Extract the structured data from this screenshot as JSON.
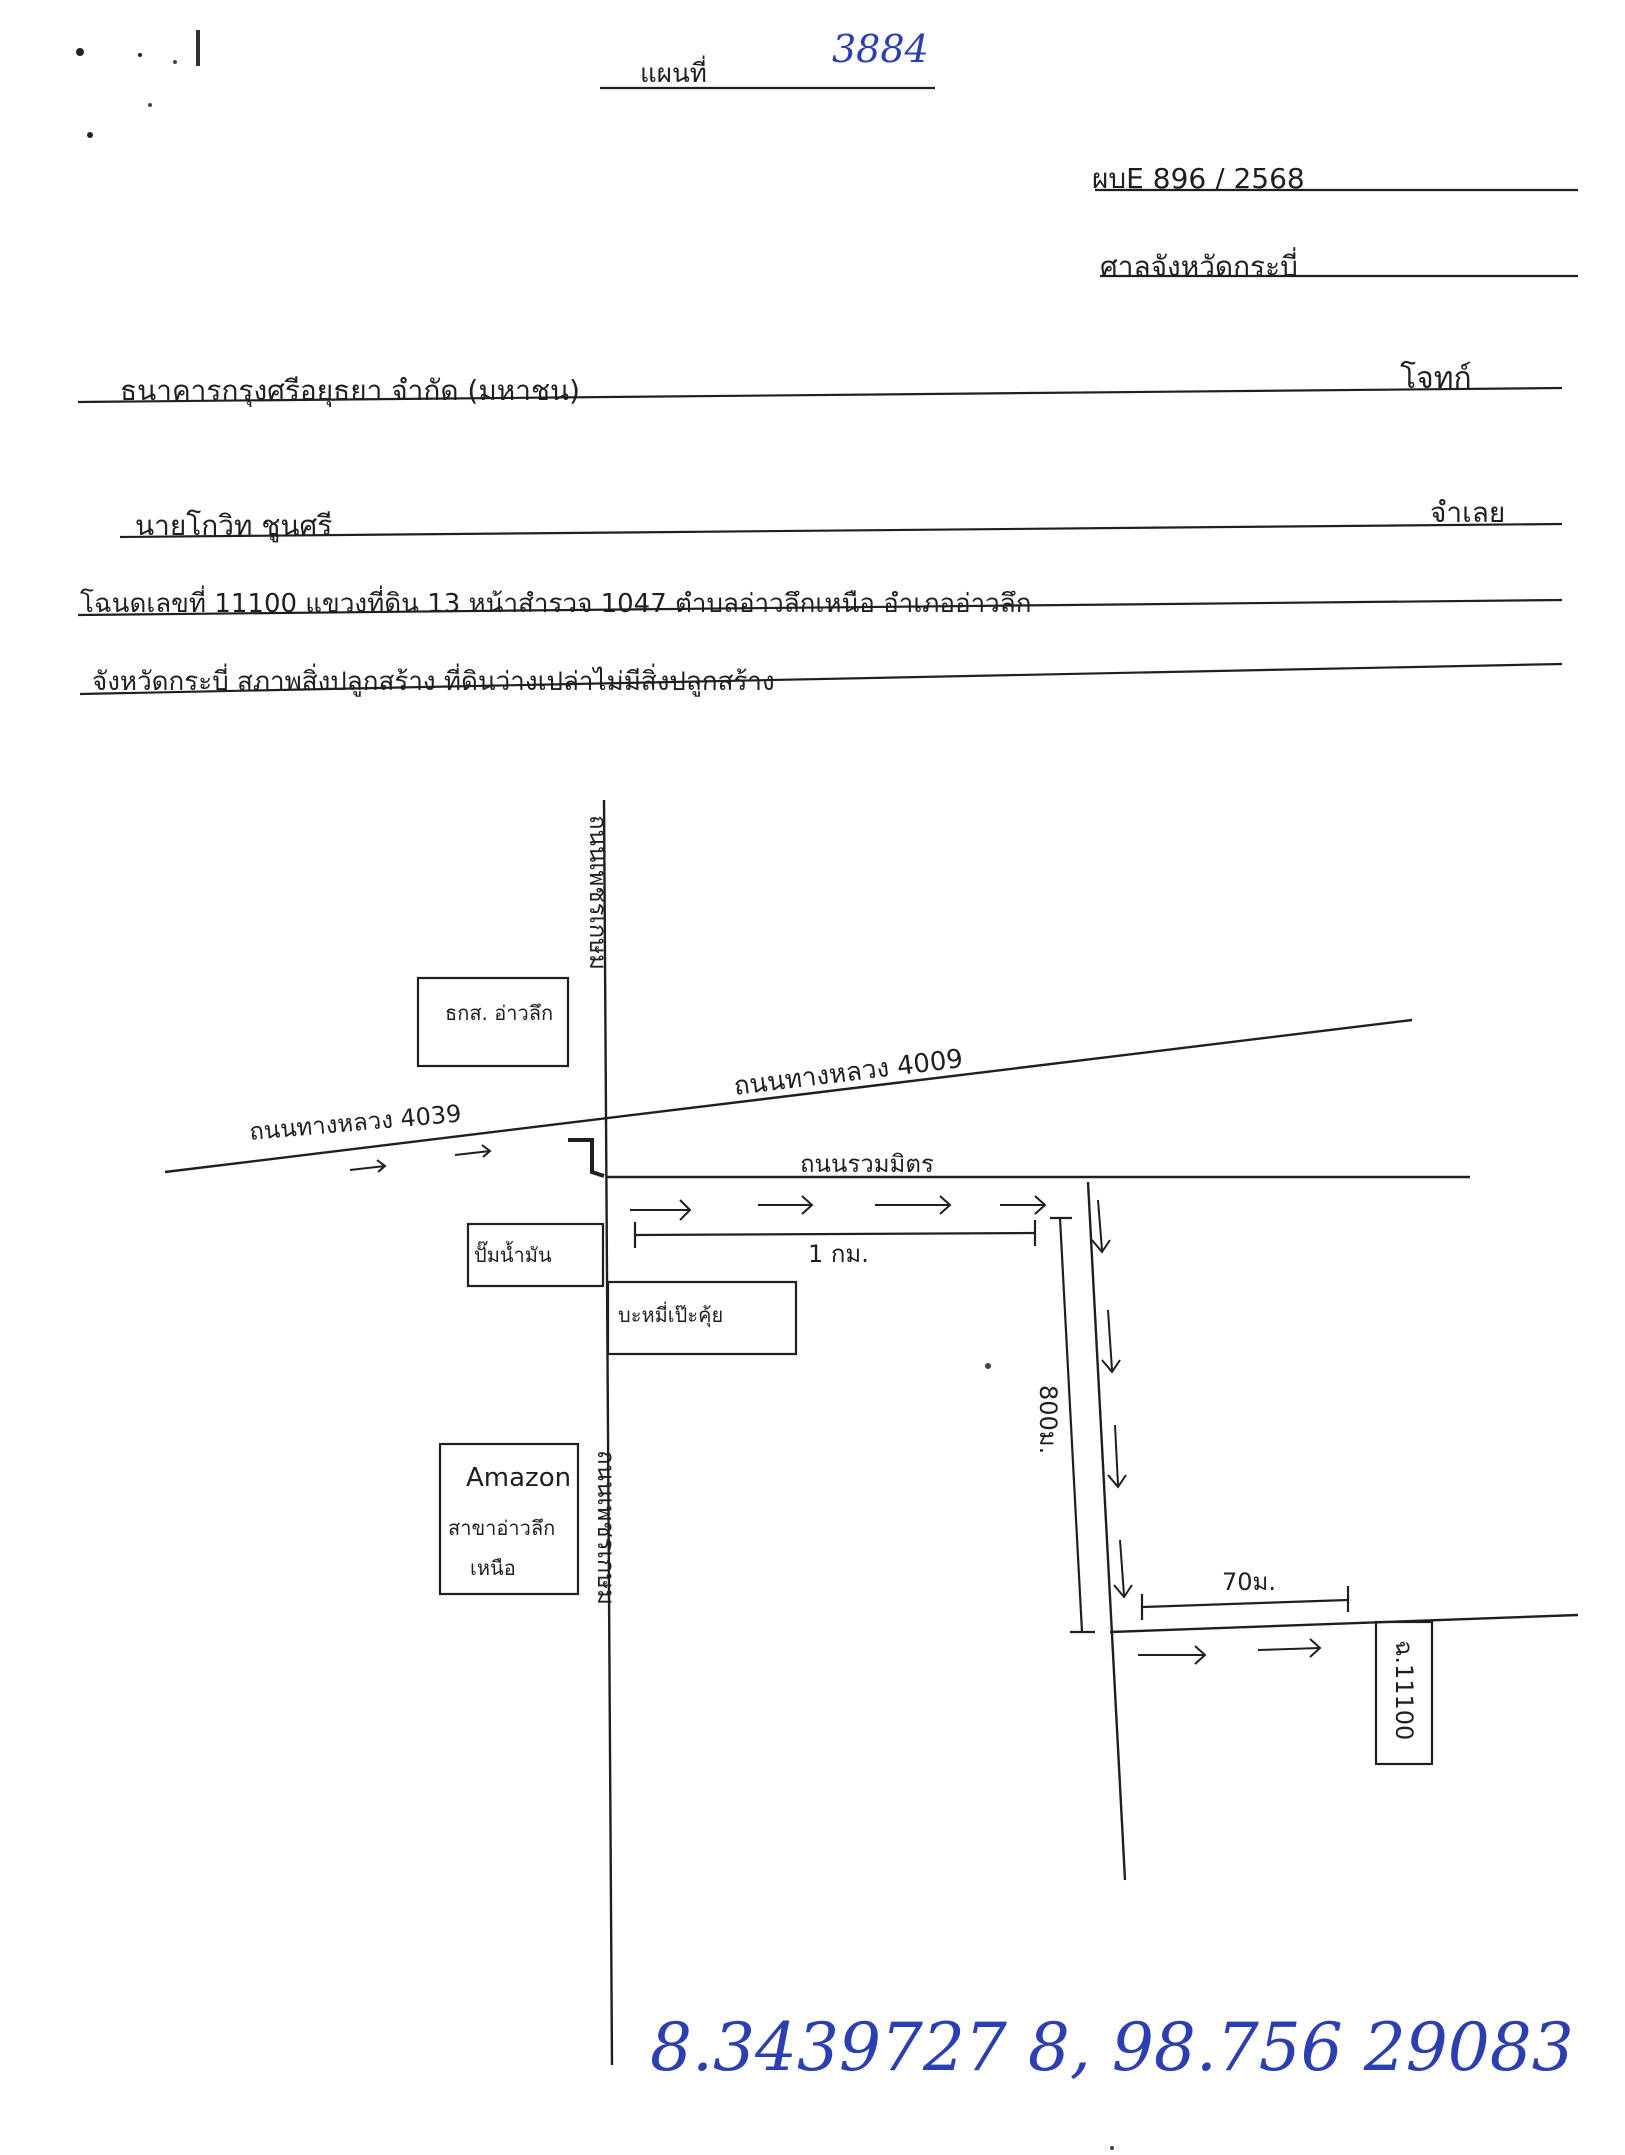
{
  "header": {
    "page_label": "แผนที่",
    "page_number": "3884",
    "case_no": "ผบE 896 / 2568",
    "court": "ศาลจังหวัดกระบี่"
  },
  "parties": {
    "plaintiff": "ธนาคารกรุงศรีอยุธยา จำกัด (มหาชน)",
    "plaintiff_role": "โจทก์",
    "defendant": "นายโกวิท ชูนศรี",
    "defendant_role": "จำเลย",
    "address_line1": "โฉนดเลขที่ 11100 แขวงที่ดิน 13 หน้าสำรวจ 1047 ตำบลอ่าวลึกเหนือ อำเภออ่าวลึก",
    "address_line2": "จังหวัดกระบี่ สภาพสิ่งปลูกสร้าง ที่ดินว่างเปล่าไม่มีสิ่งปลูกสร้าง"
  },
  "map": {
    "road_vertical_top": "ถนนเพชรเกษม",
    "road_vertical_bottom": "ถนนเพชรเกษม",
    "road_diagonal_right": "ถนนทางหลวง 4009",
    "road_diagonal_left": "ถนนทางหลวง 4039",
    "road_horizontal": "ถนนรวมมิตร",
    "landmark_bank": "ธกส. อ่าวลึก",
    "landmark_station": "ปั๊มน้ำมัน",
    "landmark_market": "บะหมี่เป๊ะคุ้ย",
    "landmark_amazon_1": "Amazon",
    "landmark_amazon_2": "สาขาอ่าวลึก",
    "landmark_amazon_3": "เหนือ",
    "dist_1": "1 กม.",
    "dist_2": "800ม.",
    "dist_3": "70ม.",
    "plot": "ฉ.11100"
  },
  "footer": {
    "coordinates": "8.3439727 8, 98.756 29083"
  }
}
